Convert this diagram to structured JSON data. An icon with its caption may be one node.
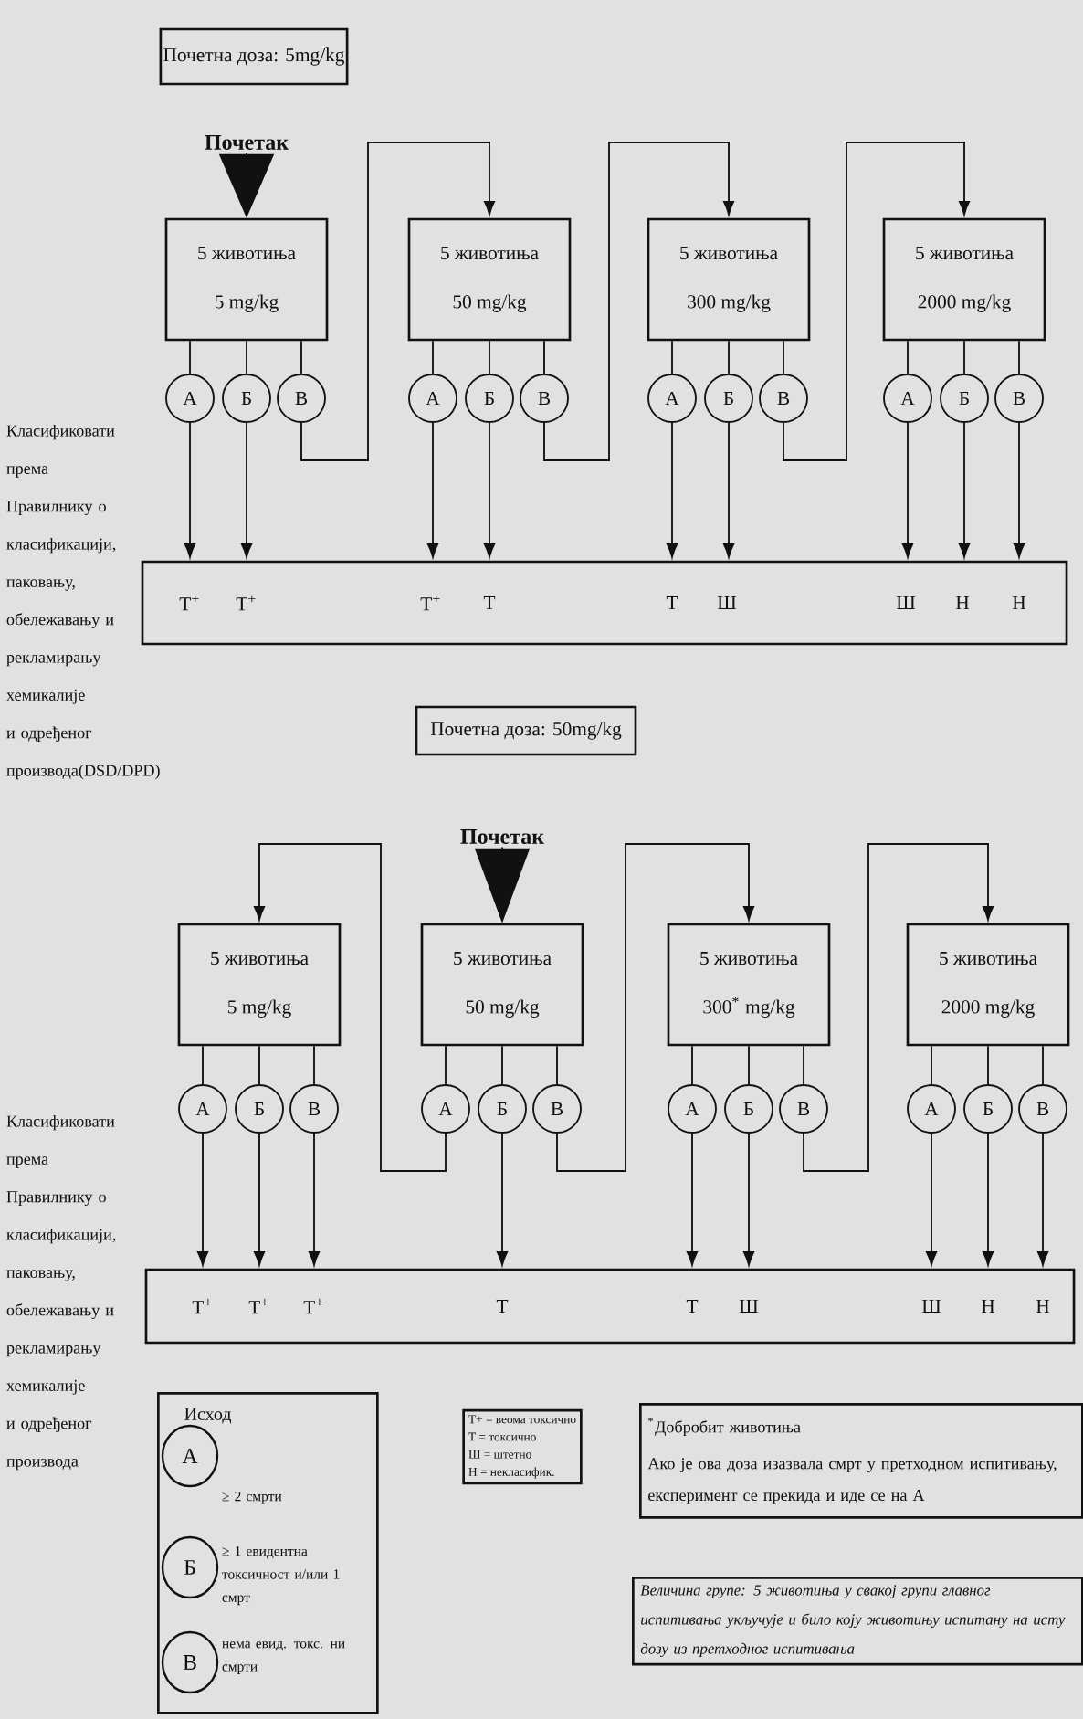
{
  "diagram": {
    "nodes": [
      {
        "text": [
          "Почетна доза: 5mg/kg"
        ]
      },
      {
        "text": [
          "Почетак"
        ]
      },
      {
        "text": [
          "5 животиња",
          "5 mg/kg"
        ]
      },
      {
        "text": [
          "5 животиња",
          "50 mg/kg"
        ]
      },
      {
        "text": [
          "5 животиња",
          "300 mg/kg"
        ]
      },
      {
        "text": [
          "5 животиња",
          "2000 mg/kg"
        ]
      },
      {
        "text": [
          "А"
        ]
      },
      {
        "text": [
          "Б"
        ]
      },
      {
        "text": [
          "В"
        ]
      },
      {
        "text": [
          "А"
        ]
      },
      {
        "text": [
          "Б"
        ]
      },
      {
        "text": [
          "В"
        ]
      },
      {
        "text": [
          "А"
        ]
      },
      {
        "text": [
          "Б"
        ]
      },
      {
        "text": [
          "В"
        ]
      },
      {
        "text": [
          "А"
        ]
      },
      {
        "text": [
          "Б"
        ]
      },
      {
        "text": [
          "В"
        ]
      },
      {
        "text": [
          "Т$^{+}$",
          "Т$^{+}$",
          "Т$^{+}$",
          "Т",
          "Т",
          "Ш",
          "Ш",
          "Н",
          "Н"
        ]
      },
      {
        "text": [
          "Почетна доза: 50mg/kg"
        ]
      },
      {
        "text": [
          "Почетак"
        ]
      },
      {
        "text": [
          "5 животиња",
          "5 mg/kg"
        ]
      },
      {
        "text": [
          "5 животиња",
          "50 mg/kg"
        ]
      },
      {
        "text": [
          "5 животиња",
          "300$^{*}$ mg/kg"
        ]
      },
      {
        "text": [
          "5 животиња",
          "2000 mg/kg"
        ]
      },
      {
        "text": [
          "А"
        ]
      },
      {
        "text": [
          "Б"
        ]
      },
      {
        "text": [
          "В"
        ]
      },
      {
        "text": [
          "А"
        ]
      },
      {
        "text": [
          "Б"
        ]
      },
      {
        "text": [
          "В"
        ]
      },
      {
        "text": [
          "А"
        ]
      },
      {
        "text": [
          "Б"
        ]
      },
      {
        "text": [
          "В"
        ]
      },
      {
        "text": [
          "А"
        ]
      },
      {
        "text": [
          "Б"
        ]
      },
      {
        "text": [
          "В"
        ]
      },
      {
        "text": [
          "Т$^{+}$",
          "Т$^{+}$",
          "Т$^{+}$",
          "Т",
          "Т",
          "Ш",
          "Ш",
          "Н",
          "Н"
        ]
      },
      {
        "text": [
          "Исход"
        ]
      },
      {
        "text": [
          "А"
        ],
        "in": 38,
        "beside": [
          "≥ 2 смрти"
        ]
      },
      {
        "text": [
          "Б"
        ],
        "in": 38,
        "beside": [
          "≥ 1 евидентна токсичност и/или 1 смрт"
        ]
      },
      {
        "text": [
          "В"
        ],
        "in": 38,
        "beside": [
          "нема евид. токс. ни смрти"
        ]
      },
      {
        "text": [
          "Т+ = веома токсично",
          "Т = токсично",
          "Ш = штетно",
          "Н = некласифик."
        ]
      },
      {
        "text": [
          "$^{*}$Добробит животиња",
          "Ако је ова доза изазвала смрт у претходном испитивању, експеримент се прекида и иде се на А"
        ]
      },
      {
        "text": [
          "Величина групе: 5 животиња у свакој групи главног испитивања укључује и било коју животињу испитану на исту дозу из претходног испитивања"
        ]
      }
    ],
    "edges": [
      {
        "from": 1,
        "to": 2,
        "arrow": "to"
      },
      {
        "from": 2,
        "to": 6,
        "arrow": "none"
      },
      {
        "from": 2,
        "to": 7,
        "arrow": "none"
      },
      {
        "from": 2,
        "to": 8,
        "arrow": "none"
      },
      {
        "from": 3,
        "to": 9,
        "arrow": "none"
      },
      {
        "from": 3,
        "to": 10,
        "arrow": "none"
      },
      {
        "from": 3,
        "to": 11,
        "arrow": "none"
      },
      {
        "from": 4,
        "to": 12,
        "arrow": "none"
      },
      {
        "from": 4,
        "to": 13,
        "arrow": "none"
      },
      {
        "from": 4,
        "to": 14,
        "arrow": "none"
      },
      {
        "from": 5,
        "to": 15,
        "arrow": "none"
      },
      {
        "from": 5,
        "to": 16,
        "arrow": "none"
      },
      {
        "from": 5,
        "to": 17,
        "arrow": "none"
      },
      {
        "from": 6,
        "to": 18,
        "arrow": "to"
      },
      {
        "from": 7,
        "to": 18,
        "arrow": "to"
      },
      {
        "from": 9,
        "to": 18,
        "arrow": "to"
      },
      {
        "from": 10,
        "to": 18,
        "arrow": "to"
      },
      {
        "from": 12,
        "to": 18,
        "arrow": "to"
      },
      {
        "from": 13,
        "to": 18,
        "arrow": "to"
      },
      {
        "from": 15,
        "to": 18,
        "arrow": "to"
      },
      {
        "from": 16,
        "to": 18,
        "arrow": "to"
      },
      {
        "from": 17,
        "to": 18,
        "arrow": "to"
      },
      {
        "from": 8,
        "to": 3,
        "arrow": "to"
      },
      {
        "from": 11,
        "to": 4,
        "arrow": "to"
      },
      {
        "from": 14,
        "to": 5,
        "arrow": "to"
      },
      {
        "from": 20,
        "to": 22,
        "arrow": "to"
      },
      {
        "from": 21,
        "to": 25,
        "arrow": "none"
      },
      {
        "from": 21,
        "to": 26,
        "arrow": "none"
      },
      {
        "from": 21,
        "to": 27,
        "arrow": "none"
      },
      {
        "from": 22,
        "to": 28,
        "arrow": "none"
      },
      {
        "from": 22,
        "to": 29,
        "arrow": "none"
      },
      {
        "from": 22,
        "to": 30,
        "arrow": "none"
      },
      {
        "from": 23,
        "to": 31,
        "arrow": "none"
      },
      {
        "from": 23,
        "to": 32,
        "arrow": "none"
      },
      {
        "from": 23,
        "to": 33,
        "arrow": "none"
      },
      {
        "from": 24,
        "to": 34,
        "arrow": "none"
      },
      {
        "from": 24,
        "to": 35,
        "arrow": "none"
      },
      {
        "from": 24,
        "to": 36,
        "arrow": "none"
      },
      {
        "from": 25,
        "to": 37,
        "arrow": "to"
      },
      {
        "from": 26,
        "to": 37,
        "arrow": "to"
      },
      {
        "from": 27,
        "to": 37,
        "arrow": "to"
      },
      {
        "from": 29,
        "to": 37,
        "arrow": "to"
      },
      {
        "from": 31,
        "to": 37,
        "arrow": "to"
      },
      {
        "from": 32,
        "to": 37,
        "arrow": "to"
      },
      {
        "from": 34,
        "to": 37,
        "arrow": "to"
      },
      {
        "from": 35,
        "to": 37,
        "arrow": "to"
      },
      {
        "from": 36,
        "to": 37,
        "arrow": "to"
      },
      {
        "from": 28,
        "to": 21,
        "arrow": "to"
      },
      {
        "from": 30,
        "to": 23,
        "arrow": "to"
      },
      {
        "from": 33,
        "to": 24,
        "arrow": "to"
      }
    ],
    "labels": [
      "Класификовати према Правилнику о класификацији, паковању, обележавању и рекламирању хемикалије и одређеног производа(DSD/DPD)",
      "Класификовати према Правилнику о класификацији, паковању, обележавању и рекламирању хемикалије и одређеног производа"
    ]
  }
}
